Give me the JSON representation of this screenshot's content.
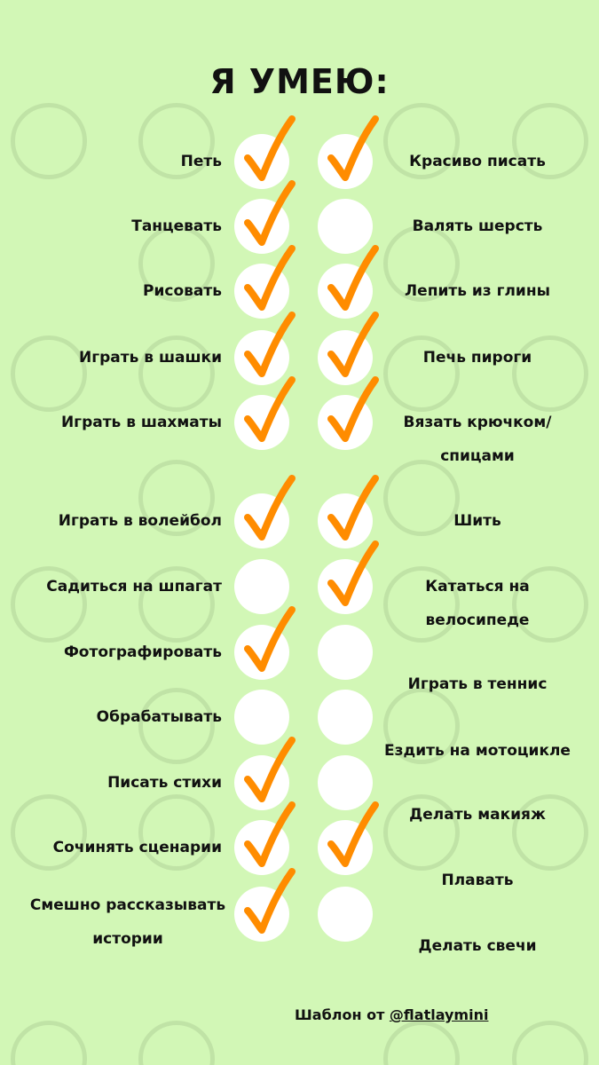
{
  "title": "Я УМЕЮ:",
  "check_color": "#ff8c00",
  "background_color": "#d2f7b6",
  "left_items": [
    {
      "label": "Петь",
      "checked": true
    },
    {
      "label": "Танцевать",
      "checked": true
    },
    {
      "label": "Рисовать",
      "checked": true
    },
    {
      "label": "Играть в шашки",
      "checked": true
    },
    {
      "label": "Играть в шахматы",
      "checked": true
    },
    {
      "label": "Играть в волейбол",
      "checked": true
    },
    {
      "label": "Садиться на шпагат",
      "checked": false
    },
    {
      "label": "Фотографировать",
      "checked": true
    },
    {
      "label": "Обрабатывать",
      "checked": false
    },
    {
      "label": "Писать стихи",
      "checked": true
    },
    {
      "label": "Сочинять сценарии",
      "checked": true
    },
    {
      "label": "Смешно рассказывать",
      "label2": "истории",
      "checked": true
    }
  ],
  "right_items": [
    {
      "label": "Красиво писать",
      "checked": true
    },
    {
      "label": "Валять шерсть",
      "checked": false
    },
    {
      "label": "Лепить из глины",
      "checked": true
    },
    {
      "label": "Печь пироги",
      "checked": true
    },
    {
      "label": "Вязать крючком/",
      "label2": "спицами",
      "checked": true
    },
    {
      "label": "Шить",
      "checked": true
    },
    {
      "label": "Кататься на",
      "label2": "велосипеде",
      "checked": true
    },
    {
      "label": "Играть в теннис",
      "checked": false
    },
    {
      "label": "Ездить на мотоцикле",
      "checked": false
    },
    {
      "label": "Делать макияж",
      "checked": false
    },
    {
      "label": "Плавать",
      "checked": true
    },
    {
      "label": "Делать свечи",
      "checked": false
    }
  ],
  "footer": {
    "prefix": "Шаблон от ",
    "handle": "@flatlaymini"
  }
}
